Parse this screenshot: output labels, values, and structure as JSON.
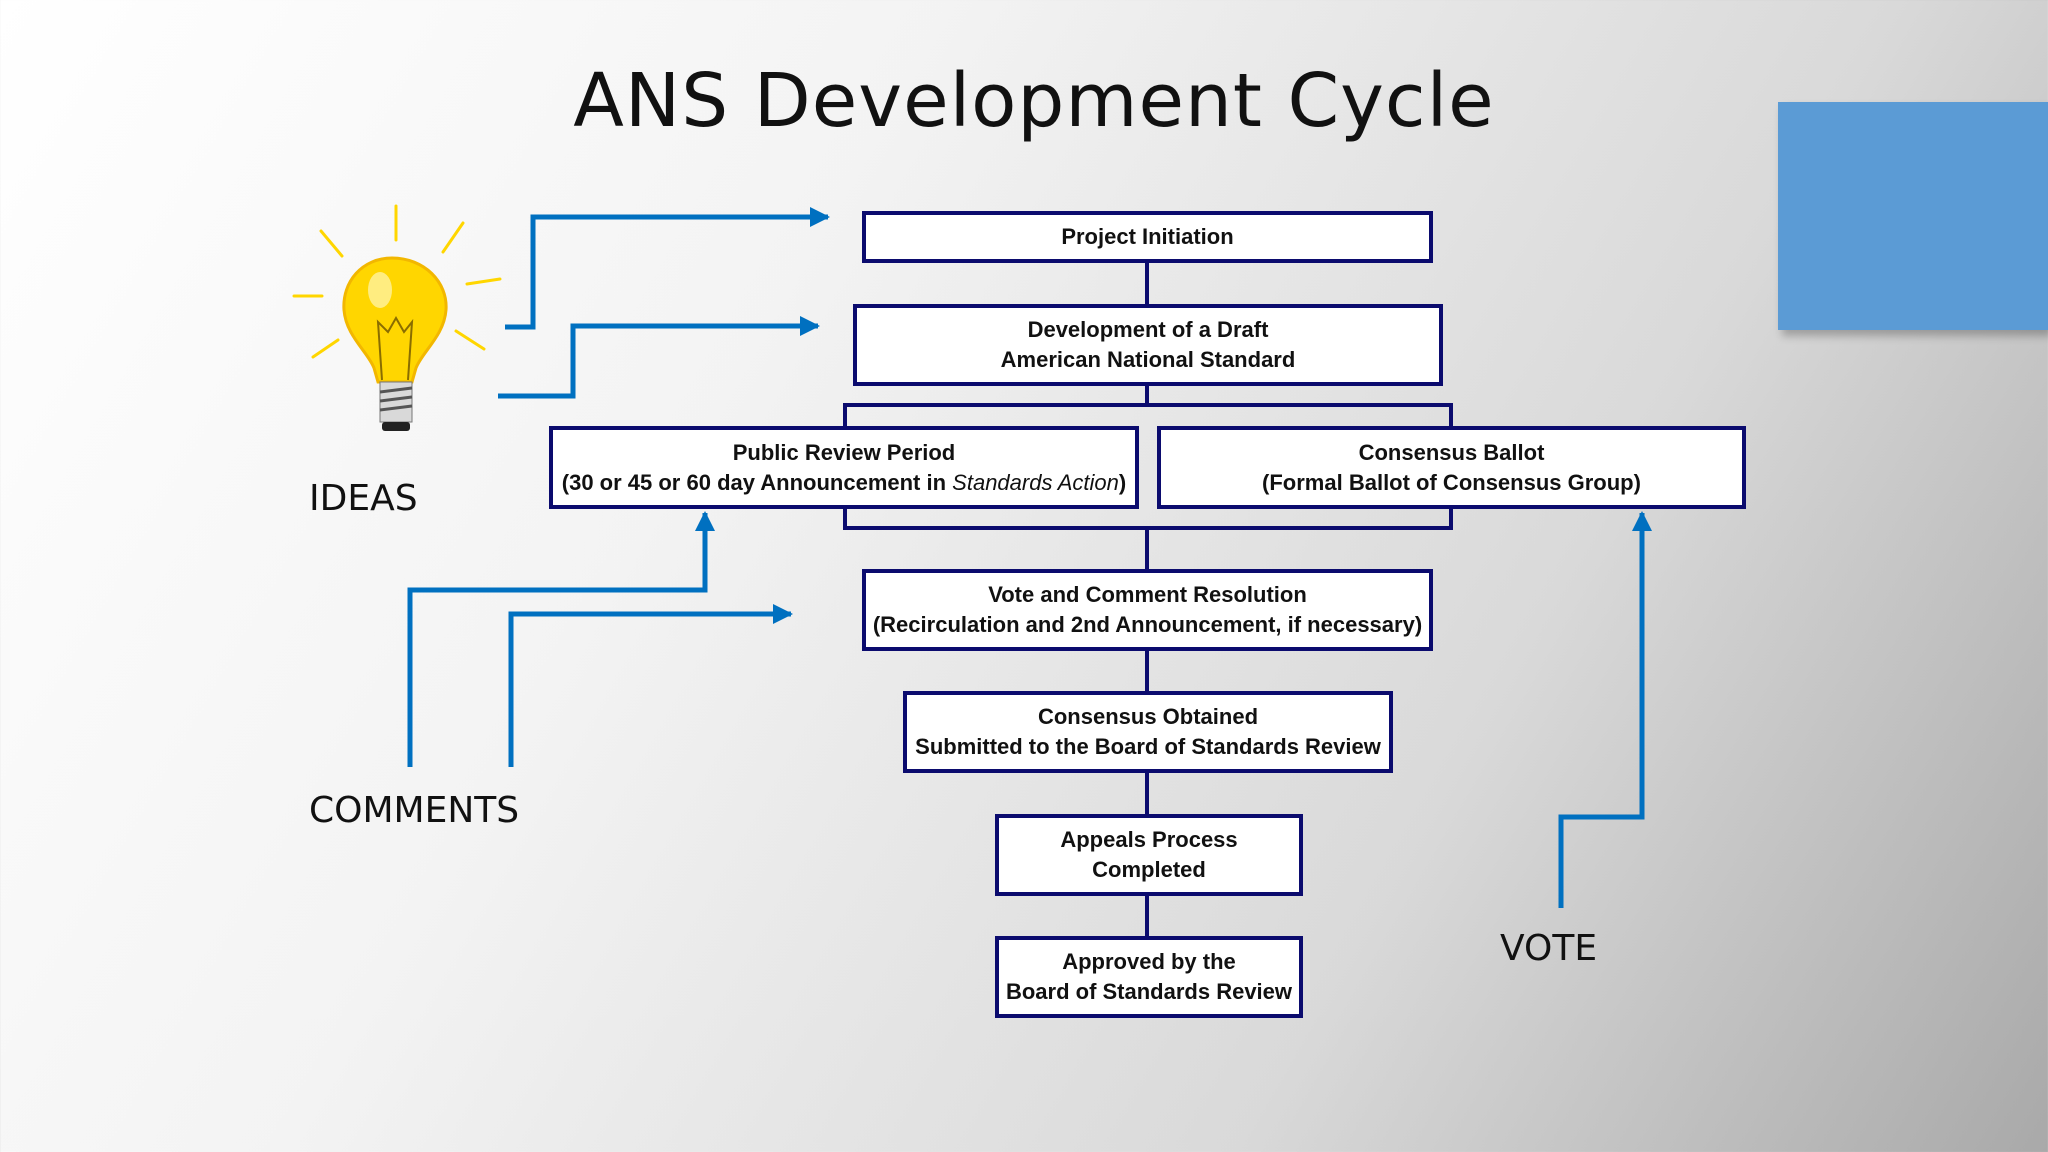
{
  "title": "ANS Development Cycle",
  "labels": {
    "ideas": "IDEAS",
    "comments": "COMMENTS",
    "vote": "VOTE"
  },
  "steps": {
    "project_initiation": {
      "line1": "Project Initiation"
    },
    "draft": {
      "line1": "Development of a Draft",
      "line2": "American National Standard"
    },
    "public_review": {
      "line1": "Public Review Period",
      "line2_pre": "(30 or 45 or 60 day Announcement in ",
      "line2_italic": "Standards Action",
      "line2_post": ")"
    },
    "consensus_ballot": {
      "line1": "Consensus Ballot",
      "line2": "(Formal Ballot of Consensus Group)"
    },
    "vote_resolution": {
      "line1": "Vote and Comment Resolution",
      "line2": "(Recirculation and 2nd Announcement, if necessary)"
    },
    "consensus_obtained": {
      "line1": "Consensus Obtained",
      "line2": "Submitted to the Board of Standards Review"
    },
    "appeals": {
      "line1": "Appeals Process",
      "line2": "Completed"
    },
    "approved": {
      "line1": "Approved by the",
      "line2": "Board of Standards Review"
    }
  },
  "colors": {
    "accent": "#5b9bd5",
    "arrow": "#0070c0",
    "box_border": "#0b0b6e",
    "bulb": "#ffd600"
  },
  "icons": {
    "bulb": "lightbulb-icon"
  }
}
